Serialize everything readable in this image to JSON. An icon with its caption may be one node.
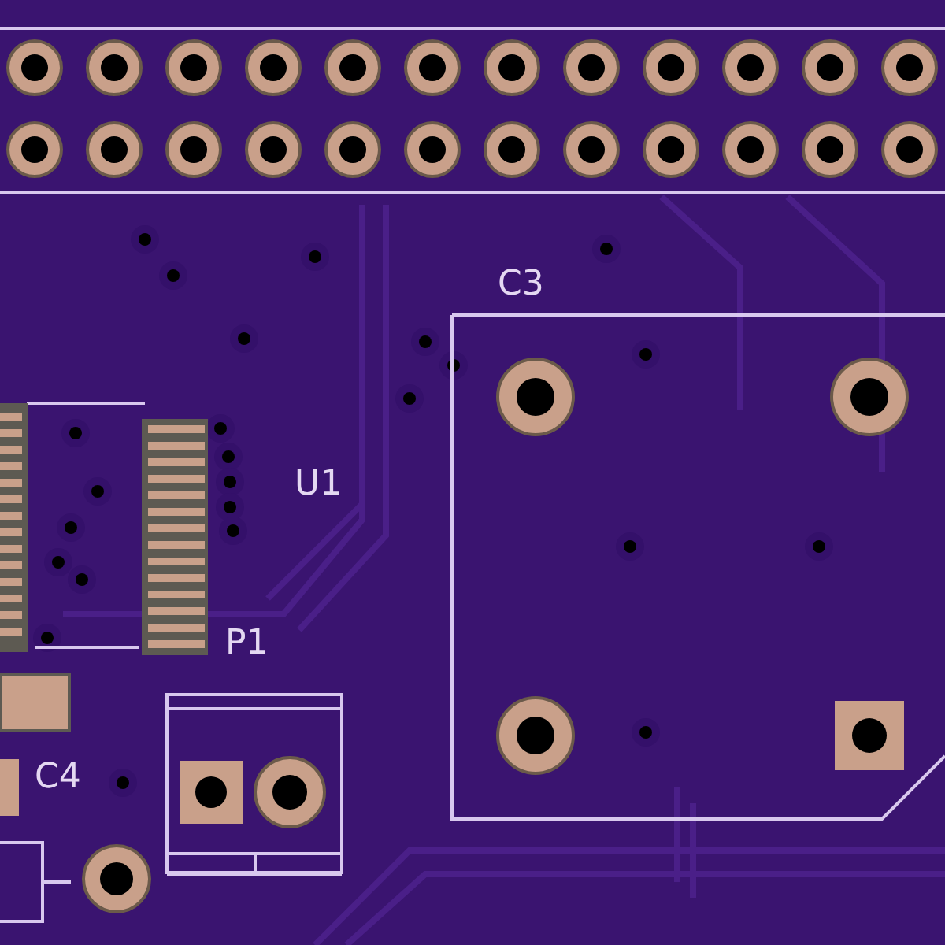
{
  "diagram": {
    "labels": [
      "C3",
      "U1",
      "P1",
      "C4"
    ]
  }
}
